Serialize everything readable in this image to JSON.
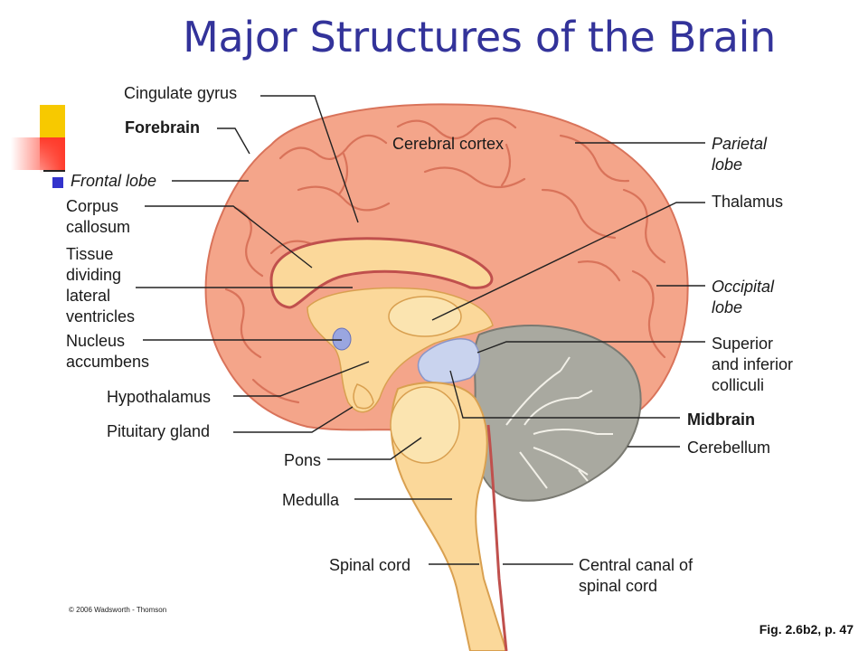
{
  "slide": {
    "title": "Major Structures of the Brain",
    "copyright": "© 2006 Wadsworth - Thomson",
    "figure_ref": "Fig. 2.6b2, p. 47"
  },
  "labels": {
    "cingulate_gyrus": "Cingulate gyrus",
    "forebrain": "Forebrain",
    "frontal_lobe": "Frontal lobe",
    "corpus_callosum_1": "Corpus",
    "corpus_callosum_2": "callosum",
    "tissue_1": "Tissue",
    "tissue_2": "dividing",
    "tissue_3": "lateral",
    "tissue_4": "ventricles",
    "nucleus_1": "Nucleus",
    "nucleus_2": "accumbens",
    "hypothalamus": "Hypothalamus",
    "pituitary": "Pituitary gland",
    "pons": "Pons",
    "medulla": "Medulla",
    "spinal_cord": "Spinal cord",
    "cerebral_cortex": "Cerebral cortex",
    "parietal_1": "Parietal",
    "parietal_2": "lobe",
    "thalamus": "Thalamus",
    "occipital_1": "Occipital",
    "occipital_2": "lobe",
    "colliculi_1": "Superior",
    "colliculi_2": "and inferior",
    "colliculi_3": "colliculi",
    "midbrain": "Midbrain",
    "cerebellum": "Cerebellum",
    "canal_1": "Central canal of",
    "canal_2": "spinal cord"
  },
  "colors": {
    "title": "#33339a",
    "cortex": "#f4a58a",
    "cortex_edge": "#d9735a",
    "inner": "#fbd89a",
    "cerebellum": "#a9a9a0",
    "colliculi": "#c9d3ee",
    "deco_yellow": "#f7c900",
    "deco_red": "#ff3a2a",
    "deco_blue": "#3333cc"
  }
}
